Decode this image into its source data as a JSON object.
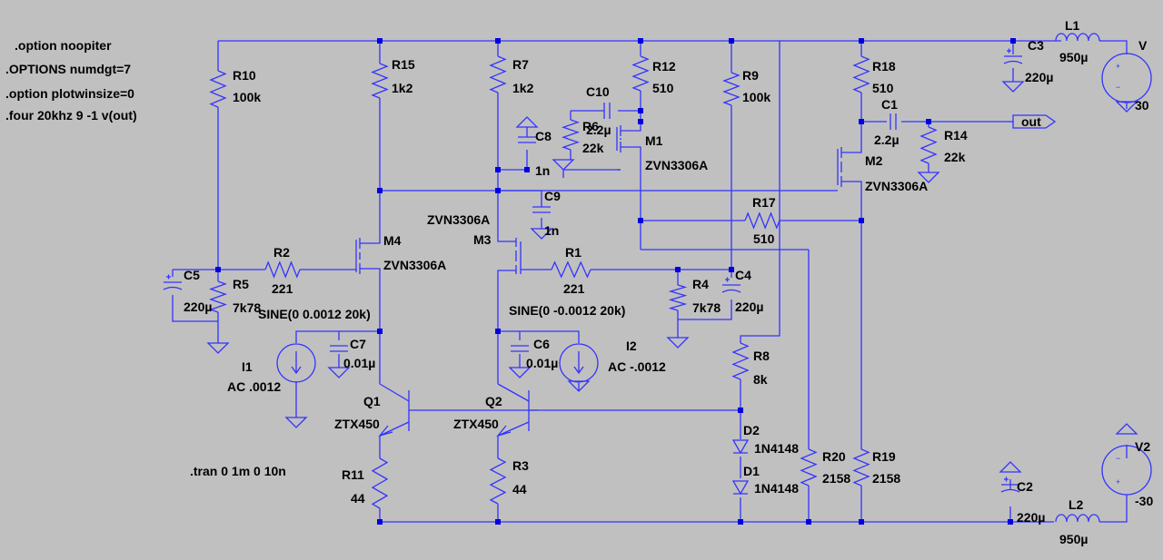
{
  "directives": [
    ".option noopiter",
    ".OPTIONS numdgt=7",
    ".option plotwinsize=0",
    ".four 20khz 9 -1 v(out)",
    ".tran 0 1m 0 10n"
  ],
  "components": {
    "R10": {
      "name": "R10",
      "value": "100k"
    },
    "R15": {
      "name": "R15",
      "value": "1k2"
    },
    "R7": {
      "name": "R7",
      "value": "1k2"
    },
    "R12": {
      "name": "R12",
      "value": "510"
    },
    "R9": {
      "name": "R9",
      "value": "100k"
    },
    "R18": {
      "name": "R18",
      "value": "510"
    },
    "R6": {
      "name": "R6",
      "value": "22k"
    },
    "R14": {
      "name": "R14",
      "value": "22k"
    },
    "R17": {
      "name": "R17",
      "value": "510"
    },
    "R2": {
      "name": "R2",
      "value": "221"
    },
    "R1": {
      "name": "R1",
      "value": "221"
    },
    "R5": {
      "name": "R5",
      "value": "7k78"
    },
    "R4": {
      "name": "R4",
      "value": "7k78"
    },
    "R8": {
      "name": "R8",
      "value": "8k"
    },
    "R11": {
      "name": "R11",
      "value": "44"
    },
    "R3": {
      "name": "R3",
      "value": "44"
    },
    "R20": {
      "name": "R20",
      "value": "2158"
    },
    "R19": {
      "name": "R19",
      "value": "2158"
    },
    "C10": {
      "name": "C10",
      "value": "2.2µ"
    },
    "C8": {
      "name": "C8",
      "value": "1n"
    },
    "C9": {
      "name": "C9",
      "value": "1n"
    },
    "C1": {
      "name": "C1",
      "value": "2.2µ"
    },
    "C3": {
      "name": "C3",
      "value": "220µ"
    },
    "C2": {
      "name": "C2",
      "value": "220µ"
    },
    "C5": {
      "name": "C5",
      "value": "220µ"
    },
    "C4": {
      "name": "C4",
      "value": "220µ"
    },
    "C7": {
      "name": "C7",
      "value": "0.01µ"
    },
    "C6": {
      "name": "C6",
      "value": "0.01µ"
    },
    "M1": {
      "name": "M1",
      "value": "ZVN3306A"
    },
    "M2": {
      "name": "M2",
      "value": "ZVN3306A"
    },
    "M3": {
      "name": "M3",
      "value": "ZVN3306A"
    },
    "M4": {
      "name": "M4",
      "value": "ZVN3306A"
    },
    "Q1": {
      "name": "Q1",
      "value": "ZTX450"
    },
    "Q2": {
      "name": "Q2",
      "value": "ZTX450"
    },
    "D2": {
      "name": "D2",
      "value": "1N4148"
    },
    "D1": {
      "name": "D1",
      "value": "1N4148"
    },
    "L1": {
      "name": "L1",
      "value": "950µ"
    },
    "L2": {
      "name": "L2",
      "value": "950µ"
    },
    "V": {
      "name": "V",
      "value": "30"
    },
    "V2": {
      "name": "V2",
      "value": "-30"
    },
    "I1": {
      "name": "I1",
      "value": "AC .0012",
      "spec": "SINE(0 0.0012 20k)"
    },
    "I2": {
      "name": "I2",
      "value": "AC -.0012",
      "spec": "SINE(0 -0.0012 20k)"
    }
  },
  "net_labels": {
    "out": "out"
  },
  "polarity": {
    "plus": "+",
    "minus": "−"
  },
  "colors": {
    "background": "#c0c0c0",
    "wire": "#3333ff",
    "junction": "#0000e0",
    "text": "#000000"
  }
}
